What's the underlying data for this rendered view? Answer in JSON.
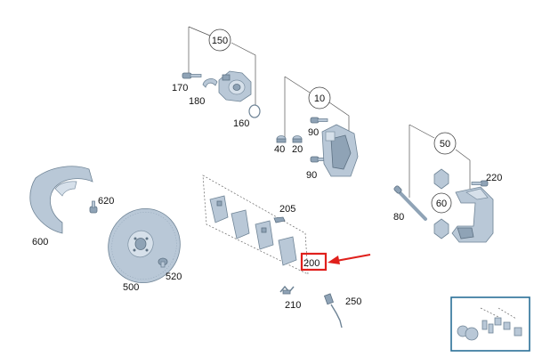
{
  "parts": {
    "p150": "150",
    "p170": "170",
    "p180": "180",
    "p160": "160",
    "p10": "10",
    "p90a": "90",
    "p40": "40",
    "p20": "20",
    "p90b": "90",
    "p50": "50",
    "p220": "220",
    "p60": "60",
    "p80": "80",
    "p620": "620",
    "p600": "600",
    "p500": "500",
    "p520": "520",
    "p205": "205",
    "p200": "200",
    "p210": "210",
    "p250": "250"
  },
  "highlight": {
    "part": "200",
    "box_color": "#e0201c",
    "arrow_color": "#e0201c"
  },
  "thumbnail": {
    "frame_color": "#2a6f97"
  },
  "colors": {
    "part_fill": "#b9c8d7",
    "line": "#555555"
  }
}
